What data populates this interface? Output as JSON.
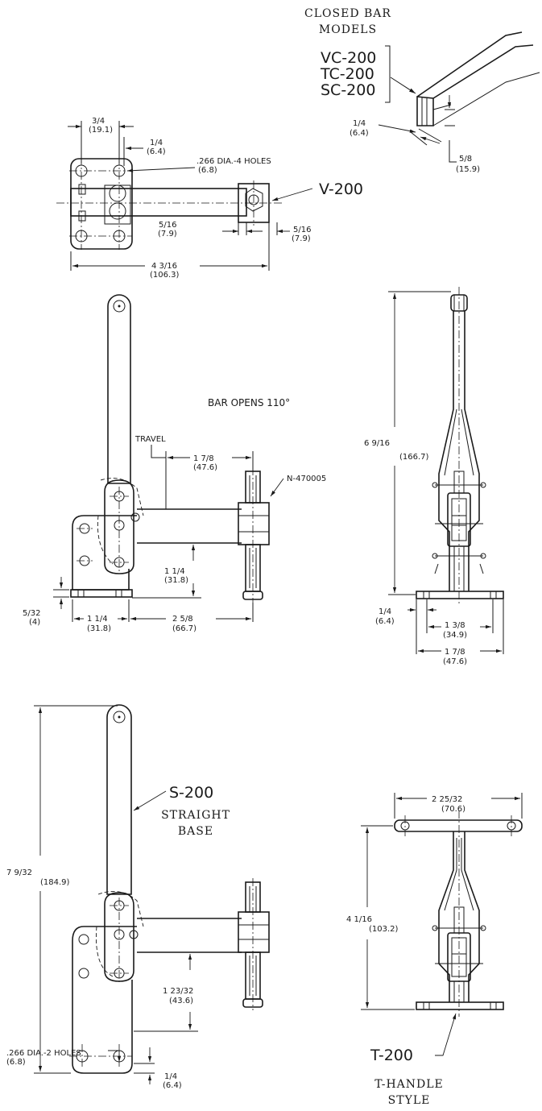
{
  "closed_bar": {
    "title1": "CLOSED BAR",
    "title2": "MODELS",
    "models": [
      "VC-200",
      "TC-200",
      "SC-200"
    ],
    "dim_thick": "1/4",
    "dim_thick_mm": "(6.4)",
    "dim_height": "5/8",
    "dim_height_mm": "(15.9)"
  },
  "top_view": {
    "model": "V-200",
    "dim_a": "3/4",
    "dim_a_mm": "(19.1)",
    "dim_b": "1/4",
    "dim_b_mm": "(6.4)",
    "holes": ".266 DIA.-4 HOLES",
    "holes_mm": "(6.8)",
    "dim_c": "5/16",
    "dim_c_mm": "(7.9)",
    "dim_d": "5/16",
    "dim_d_mm": "(7.9)",
    "dim_total": "4 3/16",
    "dim_total_mm": "(106.3)"
  },
  "side_view": {
    "bar_opens": "BAR OPENS 110°",
    "travel": "TRAVEL",
    "dim_travel": "1 7/8",
    "dim_travel_mm": "(47.6)",
    "part": "N-470005",
    "dim_height": "1 1/4",
    "dim_height_mm": "(31.8)",
    "dim_base_t": "5/32",
    "dim_base_t_mm": "(4)",
    "dim_base": "1 1/4",
    "dim_base_mm": "(31.8)",
    "dim_reach": "2 5/8",
    "dim_reach_mm": "(66.7)"
  },
  "front_view": {
    "dim_height": "6 9/16",
    "dim_height_mm": "(166.7)",
    "dim_a": "1/4",
    "dim_a_mm": "(6.4)",
    "dim_b": "1 3/8",
    "dim_b_mm": "(34.9)",
    "dim_c": "1 7/8",
    "dim_c_mm": "(47.6)"
  },
  "straight_base": {
    "model": "S-200",
    "label1": "STRAIGHT",
    "label2": "BASE",
    "dim_height": "7 9/32",
    "dim_height_mm": "(184.9)",
    "dim_spindle": "1 23/32",
    "dim_spindle_mm": "(43.6)",
    "holes": ".266 DIA.-2 HOLES",
    "holes_mm": "(6.8)",
    "dim_t": "1/4",
    "dim_t_mm": "(6.4)"
  },
  "t_handle": {
    "model": "T-200",
    "label1": "T-HANDLE",
    "label2": "STYLE",
    "dim_width": "2 25/32",
    "dim_width_mm": "(70.6)",
    "dim_height": "4 1/16",
    "dim_height_mm": "(103.2)"
  }
}
